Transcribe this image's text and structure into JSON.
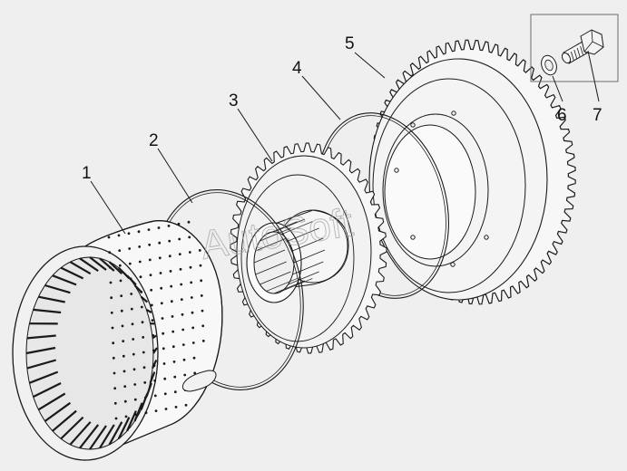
{
  "diagram": {
    "callouts": [
      {
        "id": "1",
        "label": "1"
      },
      {
        "id": "2",
        "label": "2"
      },
      {
        "id": "3",
        "label": "3"
      },
      {
        "id": "4",
        "label": "4"
      },
      {
        "id": "5",
        "label": "5"
      },
      {
        "id": "6",
        "label": "6"
      },
      {
        "id": "7",
        "label": "7"
      }
    ],
    "watermark": "AutoSoft"
  },
  "colors": {
    "background": "#efefef",
    "line": "#1a1a1a"
  }
}
